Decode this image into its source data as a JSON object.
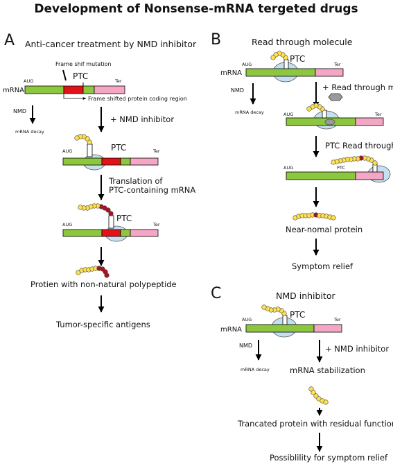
{
  "title": "Development of Nonsense-mRNA tergeted drugs",
  "panels": {
    "A": {
      "letter": "A",
      "subtitle": "Anti-cancer treatment by NMD inhibitor",
      "frameshift": "Frame shif mutation",
      "frameshift_region": "Frame shifted protein coding region",
      "step1": "+ NMD inhibitor",
      "step2_line1": "Translation of",
      "step2_line2": "PTC-containing mRNA",
      "result1": "Protien with non-natural polypeptide",
      "result2": "Tumor-specific antigens"
    },
    "B": {
      "letter": "B",
      "subtitle": "Read through molecule",
      "step1": "+ Read through mol.",
      "step2": "PTC Read through",
      "result1": "Near-nomal protein",
      "result2": "Symptom relief"
    },
    "C": {
      "letter": "C",
      "subtitle": "NMD inhibitor",
      "step1": "+ NMD inhibitor",
      "result0": "mRNA stabilization",
      "result1": "Trancated protein with residual function",
      "result2": "Possiblility for symptom relief"
    }
  },
  "labels": {
    "mrna": "mRNA",
    "aug": "AUG",
    "ter": "Ter",
    "ptc": "PTC",
    "nmd": "NMD",
    "mrna_decay": "mRNA decay"
  },
  "colors": {
    "orf": "#8dc63f",
    "utr3": "#f4a7c4",
    "ptc_region": "#e0131b",
    "ribosome": "#c5e0f0",
    "amino_acid": "#ffe14d",
    "abnormal_amino_acid": "#a8141e",
    "read_through_mol": "#9a9a9a"
  }
}
